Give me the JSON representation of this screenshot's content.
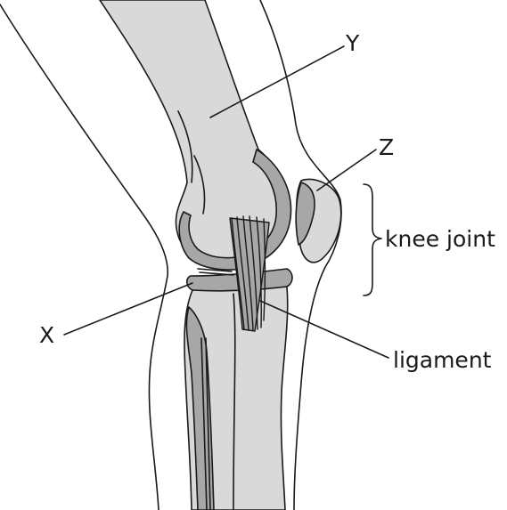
{
  "labels": {
    "y": "Y",
    "z": "Z",
    "x": "X",
    "knee_joint": "knee joint",
    "ligament": "ligament"
  },
  "colors": {
    "bone": "#d9d9d9",
    "cartilage": "#a7a7a7",
    "outline": "#1a1a1a",
    "background": "#ffffff"
  }
}
